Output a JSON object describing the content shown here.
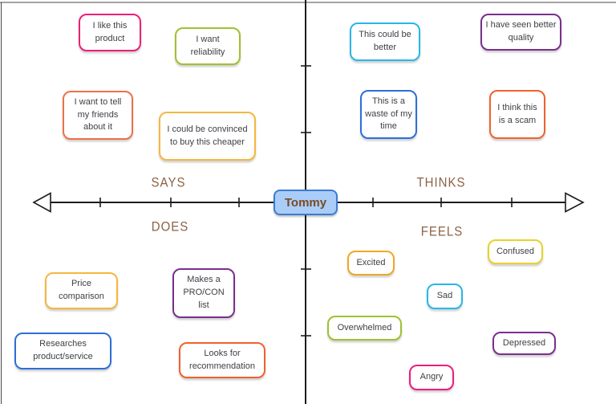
{
  "center": {
    "label": "Tommy",
    "fill": "#a9cdf8",
    "border": "#3d7cd0",
    "text_color": "#7a4a21"
  },
  "quadrants": {
    "says": {
      "label": "SAYS"
    },
    "thinks": {
      "label": "THINKS"
    },
    "does": {
      "label": "DOES"
    },
    "feels": {
      "label": "FEELS"
    }
  },
  "colors": {
    "quadrant_label": "#8c6248",
    "axis": "#1c1c1c",
    "card_text": "#3f4046"
  },
  "cards": [
    {
      "quadrant": "says",
      "text": "I like this product",
      "border_color": "#ed1e79"
    },
    {
      "quadrant": "says",
      "text": "I want reliability",
      "border_color": "#9fc131"
    },
    {
      "quadrant": "says",
      "text": "I want to tell my friends about it",
      "border_color": "#ef7048"
    },
    {
      "quadrant": "says",
      "text": "I could be convinced to buy this cheaper",
      "border_color": "#f5b73f"
    },
    {
      "quadrant": "thinks",
      "text": "This could be better",
      "border_color": "#29b7e8"
    },
    {
      "quadrant": "thinks",
      "text": "I have seen better quality",
      "border_color": "#7b2f8e"
    },
    {
      "quadrant": "thinks",
      "text": "This is a waste of my time",
      "border_color": "#2e6fd8"
    },
    {
      "quadrant": "thinks",
      "text": "I think this is a scam",
      "border_color": "#f2612e"
    },
    {
      "quadrant": "does",
      "text": "Price comparison",
      "border_color": "#f5b73f"
    },
    {
      "quadrant": "does",
      "text": "Makes a PRO/CON list",
      "border_color": "#7b2f8e"
    },
    {
      "quadrant": "does",
      "text": "Researches product/service",
      "border_color": "#2e6fd8"
    },
    {
      "quadrant": "does",
      "text": "Looks for recommendation",
      "border_color": "#f2612e"
    },
    {
      "quadrant": "feels",
      "text": "Excited",
      "border_color": "#f0a826"
    },
    {
      "quadrant": "feels",
      "text": "Confused",
      "border_color": "#e8d12b"
    },
    {
      "quadrant": "feels",
      "text": "Sad",
      "border_color": "#29b7e8"
    },
    {
      "quadrant": "feels",
      "text": "Overwhelmed",
      "border_color": "#9fc131"
    },
    {
      "quadrant": "feels",
      "text": "Depressed",
      "border_color": "#7b2f8e"
    },
    {
      "quadrant": "feels",
      "text": "Angry",
      "border_color": "#ed1e79"
    }
  ]
}
